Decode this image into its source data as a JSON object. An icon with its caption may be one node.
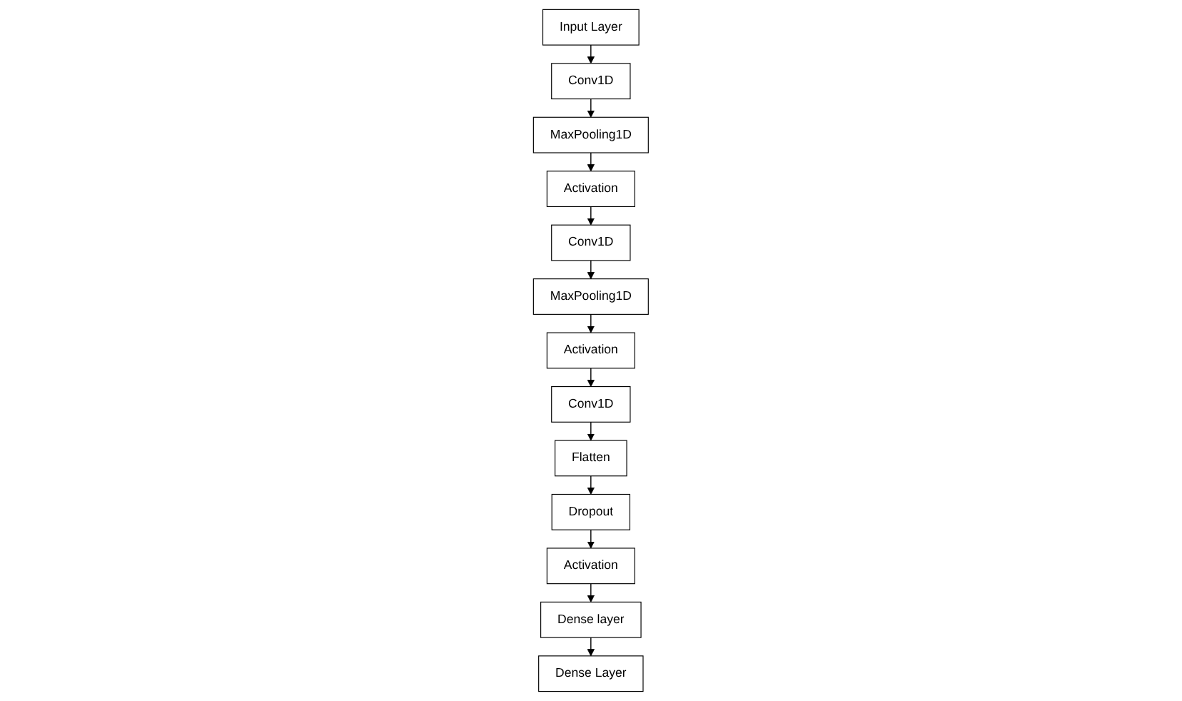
{
  "diagram": {
    "nodes": [
      {
        "text": [
          "Input Layer"
        ]
      },
      {
        "text": [
          "Conv1D"
        ]
      },
      {
        "text": [
          "MaxPooling1D"
        ]
      },
      {
        "text": [
          "Activation"
        ]
      },
      {
        "text": [
          "Conv1D"
        ]
      },
      {
        "text": [
          "Activation"
        ]
      },
      {
        "text": [
          "MaxPooling1D"
        ]
      },
      {
        "text": [
          "Conv1D"
        ]
      },
      {
        "text": [
          "Flatten"
        ]
      },
      {
        "text": [
          "Dropout"
        ]
      },
      {
        "text": [
          "Activation"
        ]
      },
      {
        "text": [
          "Dense layer"
        ]
      },
      {
        "text": [
          "Dense Layer"
        ]
      }
    ],
    "edges": [
      {
        "from": 0,
        "to": 1,
        "arrow": "to"
      },
      {
        "from": 1,
        "to": 2,
        "arrow": "to"
      },
      {
        "from": 2,
        "to": 3,
        "arrow": "to"
      },
      {
        "from": 3,
        "to": 7,
        "arrow": "to"
      },
      {
        "from": 7,
        "to": 6,
        "arrow": "to"
      },
      {
        "from": 6,
        "to": 5,
        "arrow": "to"
      },
      {
        "from": 5,
        "to": 4,
        "arrow": "to"
      },
      {
        "from": 4,
        "to": 8,
        "arrow": "to"
      },
      {
        "from": 8,
        "to": 9,
        "arrow": "to"
      },
      {
        "from": 9,
        "to": 10,
        "arrow": "to"
      },
      {
        "from": 10,
        "to": 11,
        "arrow": "to"
      },
      {
        "from": 11,
        "to": 12,
        "arrow": "to"
      }
    ]
  }
}
